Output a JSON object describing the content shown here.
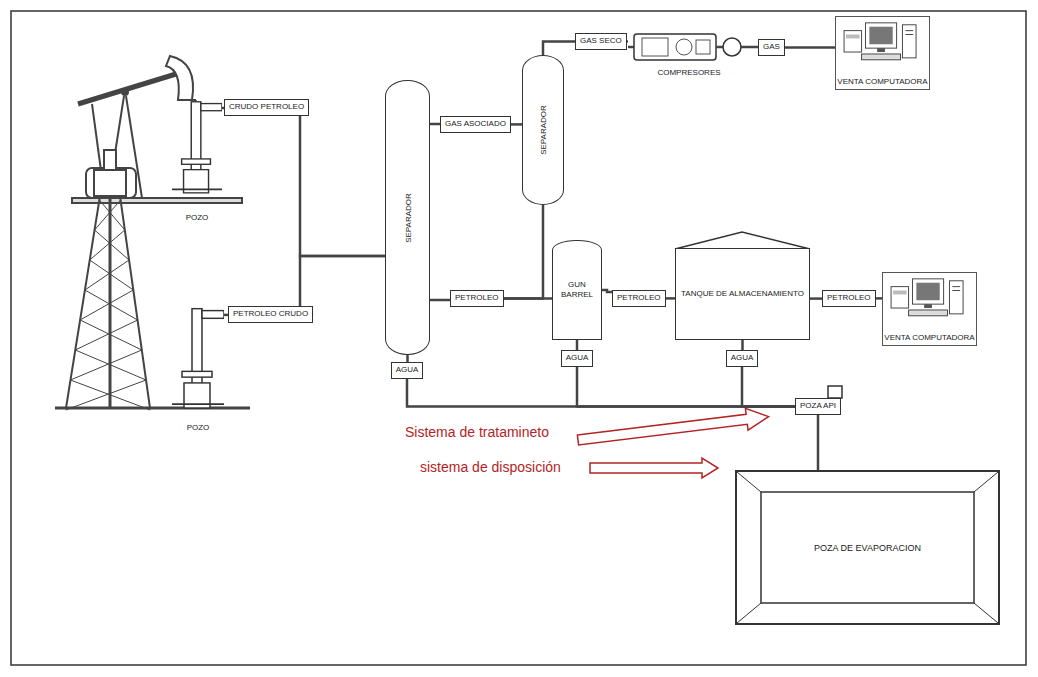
{
  "diagram": {
    "nodes": [
      {
        "text": [
          "POZO"
        ]
      },
      {
        "text": [
          "CRUDO PETROLEO"
        ]
      },
      {
        "text": [
          "POZO"
        ]
      },
      {
        "text": [
          "PETROLEO CRUDO"
        ]
      },
      {
        "text": [
          "SEPARADOR"
        ]
      },
      {
        "text": [
          "GAS ASOCIADO"
        ]
      },
      {
        "text": [
          "SEPARADOR"
        ]
      },
      {
        "text": [
          "GAS SECO"
        ]
      },
      {
        "text": [
          "COMPRESORES"
        ]
      },
      {
        "text": [
          "GAS"
        ]
      },
      {
        "text": [
          "VENTA COMPUTADORA"
        ]
      },
      {
        "text": [
          "PETROLEO"
        ]
      },
      {
        "text": [
          "GUN BARREL"
        ]
      },
      {
        "text": [
          "PETROLEO"
        ]
      },
      {
        "text": [
          "TANQUE DE ALMACENAMIENTO"
        ]
      },
      {
        "text": [
          "PETROLEO"
        ]
      },
      {
        "text": [
          "VENTA COMPUTADORA"
        ]
      },
      {
        "text": [
          "AGUA"
        ]
      },
      {
        "text": [
          "AGUA"
        ]
      },
      {
        "text": [
          "AGUA"
        ]
      },
      {
        "text": [
          "POZA API"
        ]
      },
      {
        "text": [
          "POZA DE EVAPORACION"
        ]
      }
    ],
    "edges": [
      {
        "from": 0,
        "to": 1,
        "arrow": "none"
      },
      {
        "from": 1,
        "to": 4,
        "arrow": "none"
      },
      {
        "from": 2,
        "to": 3,
        "arrow": "none"
      },
      {
        "from": 3,
        "to": 4,
        "arrow": "none"
      },
      {
        "from": 4,
        "to": 5,
        "arrow": "none"
      },
      {
        "from": 5,
        "to": 6,
        "arrow": "none"
      },
      {
        "from": 6,
        "to": 7,
        "arrow": "none"
      },
      {
        "from": 7,
        "to": 8,
        "arrow": "none"
      },
      {
        "from": 8,
        "to": 9,
        "arrow": "none"
      },
      {
        "from": 9,
        "to": 10,
        "arrow": "none"
      },
      {
        "from": 4,
        "to": 11,
        "arrow": "none"
      },
      {
        "from": 11,
        "to": 12,
        "arrow": "none"
      },
      {
        "from": 11,
        "to": 6,
        "arrow": "none"
      },
      {
        "from": 12,
        "to": 13,
        "arrow": "none"
      },
      {
        "from": 13,
        "to": 14,
        "arrow": "none"
      },
      {
        "from": 14,
        "to": 15,
        "arrow": "none"
      },
      {
        "from": 15,
        "to": 16,
        "arrow": "none"
      },
      {
        "from": 4,
        "to": 17,
        "arrow": "none"
      },
      {
        "from": 12,
        "to": 18,
        "arrow": "none"
      },
      {
        "from": 14,
        "to": 19,
        "arrow": "none"
      },
      {
        "from": 17,
        "to": 20,
        "arrow": "none"
      },
      {
        "from": 18,
        "to": 20,
        "arrow": "none"
      },
      {
        "from": 19,
        "to": 20,
        "arrow": "none"
      },
      {
        "from": 20,
        "to": 21,
        "arrow": "none"
      }
    ],
    "labels": [
      "Sistema de tratamineto",
      "sistema de disposición"
    ]
  }
}
